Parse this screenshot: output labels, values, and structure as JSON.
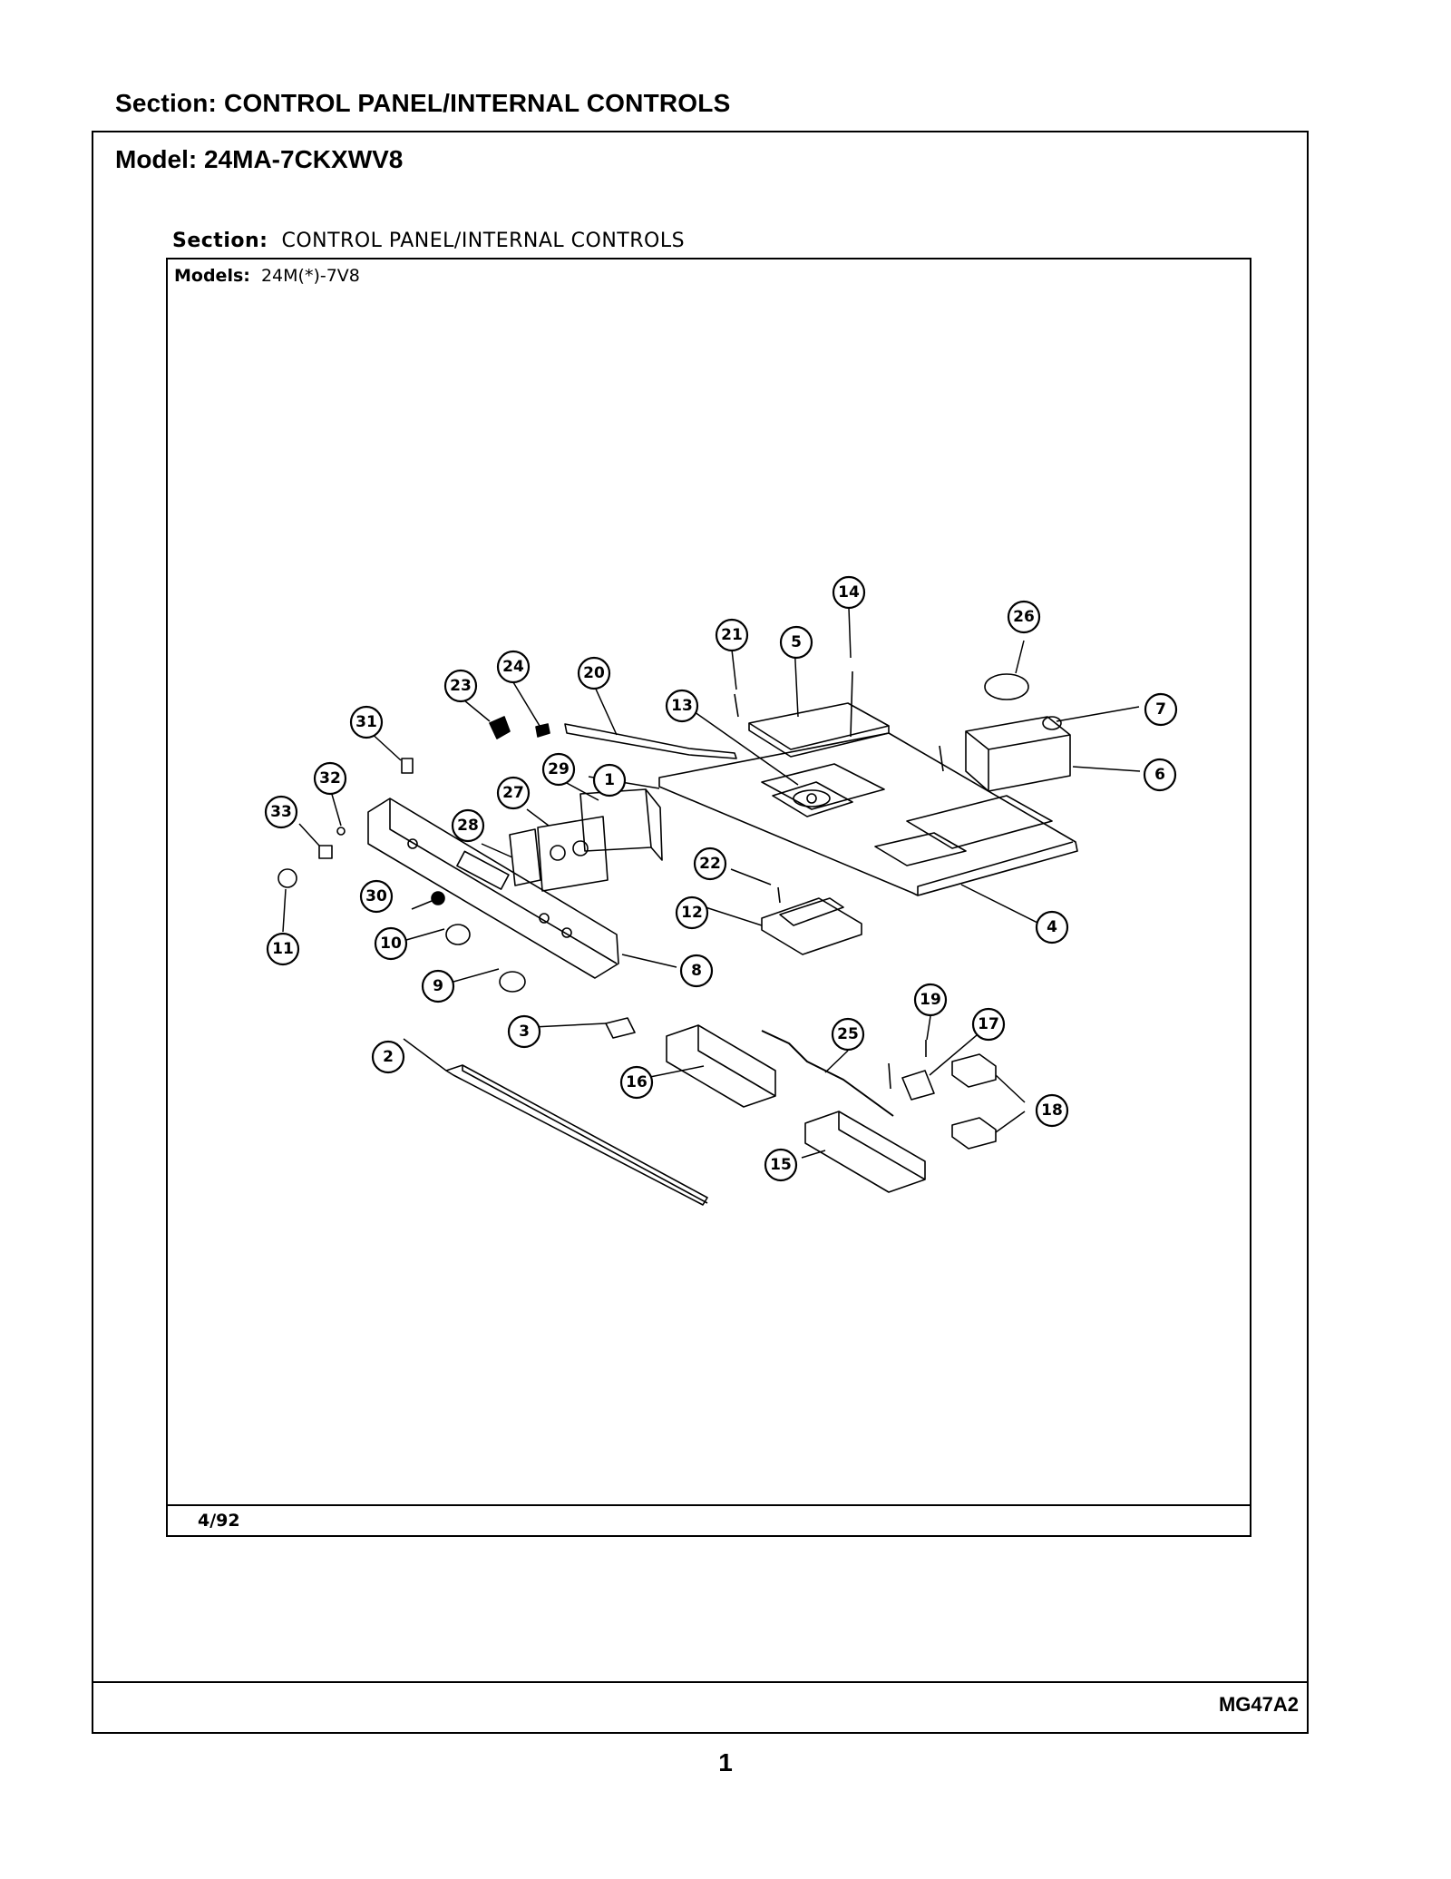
{
  "page": {
    "section_title": "Section:  CONTROL PANEL/INTERNAL CONTROLS",
    "model": "Model:  24MA-7CKXWV8",
    "page_code": "MG47A2",
    "page_number": "1"
  },
  "drawing": {
    "section_label": "Section:",
    "section_value": "CONTROL PANEL/INTERNAL CONTROLS",
    "models_label": "Models:",
    "models_value": "24M(*)-7V8",
    "date": "4/92"
  },
  "callouts": [
    "1",
    "2",
    "3",
    "4",
    "5",
    "6",
    "7",
    "8",
    "9",
    "10",
    "11",
    "12",
    "13",
    "14",
    "15",
    "16",
    "17",
    "18",
    "19",
    "20",
    "21",
    "22",
    "23",
    "24",
    "25",
    "26",
    "27",
    "28",
    "29",
    "30",
    "31",
    "32",
    "33"
  ],
  "colors": {
    "ink": "#000000",
    "paper": "#ffffff"
  }
}
